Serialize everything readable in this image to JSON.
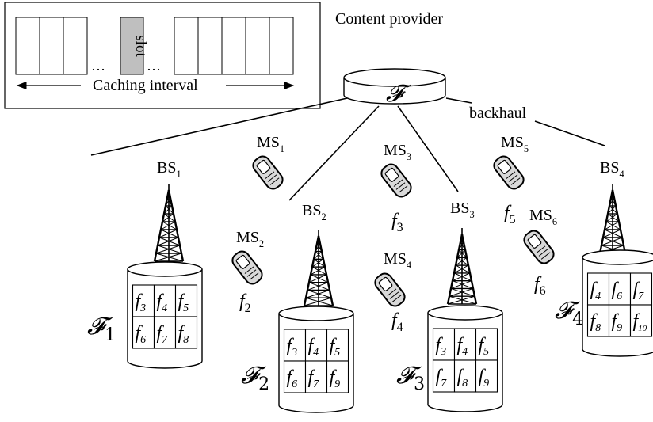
{
  "legend": {
    "slot_label": "slot",
    "ellipsis": "…",
    "interval_label": "Caching interval"
  },
  "content_provider": {
    "label": "Content provider",
    "symbol": "𝓕",
    "backhaul_label": "backhaul"
  },
  "base_stations": [
    {
      "name": "BS",
      "sub": "1",
      "cache_name": "𝓕",
      "cache_sub": "1",
      "files": [
        [
          "3",
          "4",
          "5"
        ],
        [
          "6",
          "7",
          "8"
        ]
      ]
    },
    {
      "name": "BS",
      "sub": "2",
      "cache_name": "𝓕",
      "cache_sub": "2",
      "files": [
        [
          "3",
          "4",
          "5"
        ],
        [
          "6",
          "7",
          "9"
        ]
      ]
    },
    {
      "name": "BS",
      "sub": "3",
      "cache_name": "𝓕",
      "cache_sub": "3",
      "files": [
        [
          "3",
          "4",
          "5"
        ],
        [
          "7",
          "8",
          "9"
        ]
      ]
    },
    {
      "name": "BS",
      "sub": "4",
      "cache_name": "𝓕",
      "cache_sub": "4",
      "files": [
        [
          "4",
          "6",
          "7"
        ],
        [
          "8",
          "9",
          "10"
        ]
      ]
    }
  ],
  "mobile_stations": [
    {
      "name": "MS",
      "sub": "1",
      "request": ""
    },
    {
      "name": "MS",
      "sub": "2",
      "request": "2"
    },
    {
      "name": "MS",
      "sub": "3",
      "request": "3"
    },
    {
      "name": "MS",
      "sub": "4",
      "request": "4"
    },
    {
      "name": "MS",
      "sub": "5",
      "request": "5"
    },
    {
      "name": "MS",
      "sub": "6",
      "request": "6"
    }
  ],
  "file_letter": "f",
  "colors": {
    "slot_fill": "#bfbfbf",
    "phone_fill": "#d9d9d9",
    "stroke": "#000000"
  }
}
